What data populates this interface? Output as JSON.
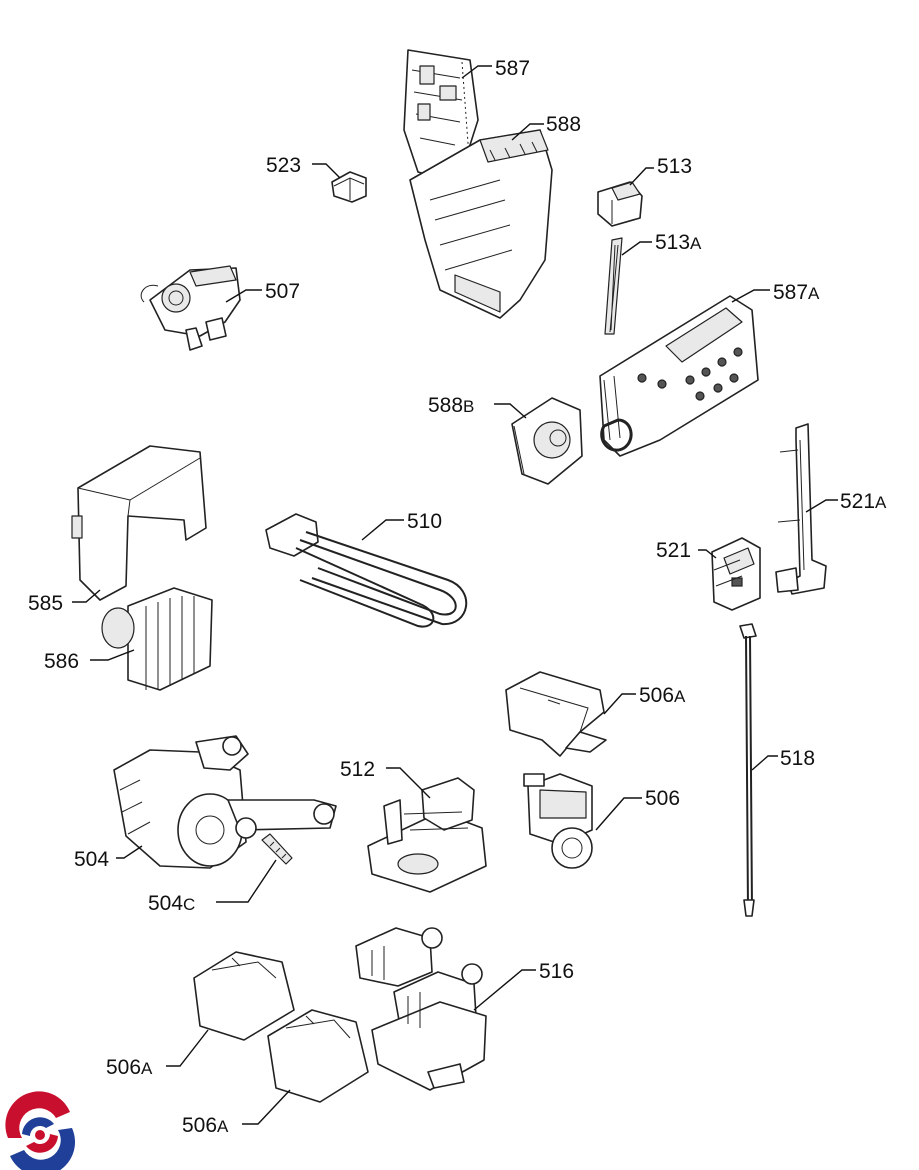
{
  "labels": {
    "l587": {
      "num": "587",
      "suf": ""
    },
    "l588": {
      "num": "588",
      "suf": ""
    },
    "l523": {
      "num": "523",
      "suf": ""
    },
    "l513": {
      "num": "513",
      "suf": ""
    },
    "l513a": {
      "num": "513",
      "suf": "A"
    },
    "l507": {
      "num": "507",
      "suf": ""
    },
    "l587a": {
      "num": "587",
      "suf": "A"
    },
    "l588b": {
      "num": "588",
      "suf": "B"
    },
    "l521a": {
      "num": "521",
      "suf": "A"
    },
    "l510": {
      "num": "510",
      "suf": ""
    },
    "l521": {
      "num": "521",
      "suf": ""
    },
    "l585": {
      "num": "585",
      "suf": ""
    },
    "l586": {
      "num": "586",
      "suf": ""
    },
    "l506a_top": {
      "num": "506",
      "suf": "A"
    },
    "l518": {
      "num": "518",
      "suf": ""
    },
    "l512": {
      "num": "512",
      "suf": ""
    },
    "l506": {
      "num": "506",
      "suf": ""
    },
    "l504": {
      "num": "504",
      "suf": ""
    },
    "l504c": {
      "num": "504",
      "suf": "C"
    },
    "l516": {
      "num": "516",
      "suf": ""
    },
    "l506a_mid": {
      "num": "506",
      "suf": "A"
    },
    "l506a_bot": {
      "num": "506",
      "suf": "A"
    }
  },
  "logo": {
    "colors": [
      "#c8102e",
      "#1f3f99"
    ]
  }
}
